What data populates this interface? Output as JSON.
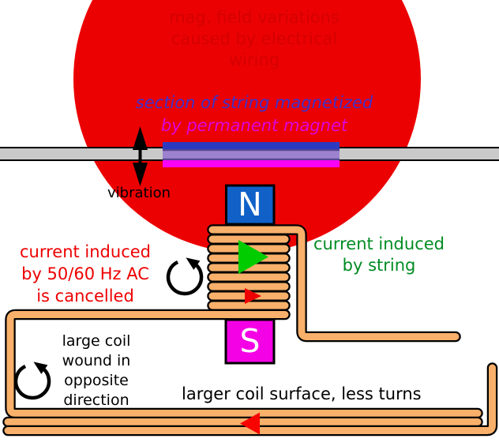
{
  "colors": {
    "field_red": "#ec0102",
    "field_text_red": "#d40000",
    "label_red": "#ee0000",
    "label_green": "#008c22",
    "magnetized_blue": "#4030c8",
    "magnetized_magenta": "#dd00dd",
    "magnet_n_blue": "#1060c8",
    "magnet_s_magenta": "#f501e5",
    "coil_orange": "#f8b06a",
    "string_gray": "#c9c9c9",
    "overlay_blue": "#2c3ac0",
    "overlay_purple": "#9d83cf",
    "overlay_purple_edge": "#564690",
    "overlay_magenta": "#f802f8",
    "arrow_green": "#00cc00",
    "arrow_red": "#ee0000",
    "big_arrow_red": "#f80400"
  },
  "field": {
    "line1": "mag. field variations",
    "line2": "caused by electrical",
    "line3": "wiring"
  },
  "magnetized": {
    "line1": "section of string magnetized",
    "line2": "by permanent magnet"
  },
  "vibration": "vibration",
  "magnets": {
    "north": "N",
    "south": "S"
  },
  "hum_label": {
    "line1": "current induced",
    "line2": "by 50/60 Hz AC",
    "line3": "is cancelled"
  },
  "string_label": {
    "line1": "current induced",
    "line2": "by string"
  },
  "large_coil_label": {
    "line1": "large coil",
    "line2": "wound in",
    "line3": "opposite",
    "line4": "direction"
  },
  "surface_label": "larger coil surface, less turns"
}
